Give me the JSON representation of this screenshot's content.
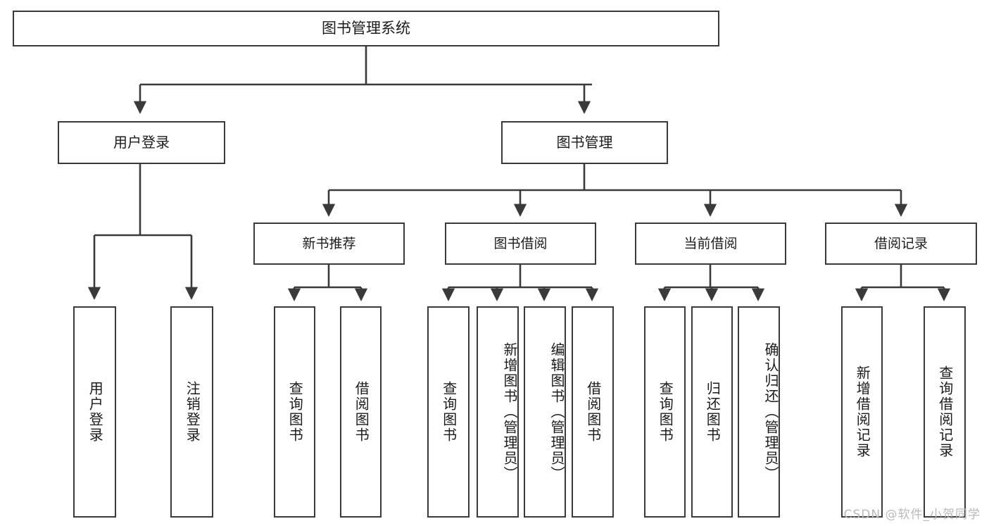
{
  "diagram": {
    "title": "图书管理系统",
    "type": "hierarchy-tree",
    "background_color": "#ffffff",
    "line_color": "#3a3a3a",
    "text_color": "#1b1b1b"
  },
  "nodes": {
    "root": {
      "label": "图书管理系统"
    },
    "level1": [
      {
        "label": "用户登录"
      },
      {
        "label": "图书管理"
      }
    ],
    "level2": [
      {
        "label": "新书推荐"
      },
      {
        "label": "图书借阅"
      },
      {
        "label": "当前借阅"
      },
      {
        "label": "借阅记录"
      }
    ],
    "leaves": {
      "user_login": [
        {
          "label": "用户登录"
        },
        {
          "label": "注销登录"
        }
      ],
      "new_book_recommend": [
        {
          "label": "查询图书"
        },
        {
          "label": "借阅图书"
        }
      ],
      "book_borrow": [
        {
          "label": "查询图书"
        },
        {
          "label": "新增图书（管理员）"
        },
        {
          "label": "编辑图书（管理员）"
        },
        {
          "label": "借阅图书"
        }
      ],
      "current_borrow": [
        {
          "label": "查询图书"
        },
        {
          "label": "归还图书"
        },
        {
          "label": "确认归还（管理员）"
        }
      ],
      "borrow_record": [
        {
          "label": "新增借阅记录"
        },
        {
          "label": "查询借阅记录"
        }
      ]
    }
  },
  "watermark": {
    "text": "CSDN @软件_小贺同学"
  }
}
